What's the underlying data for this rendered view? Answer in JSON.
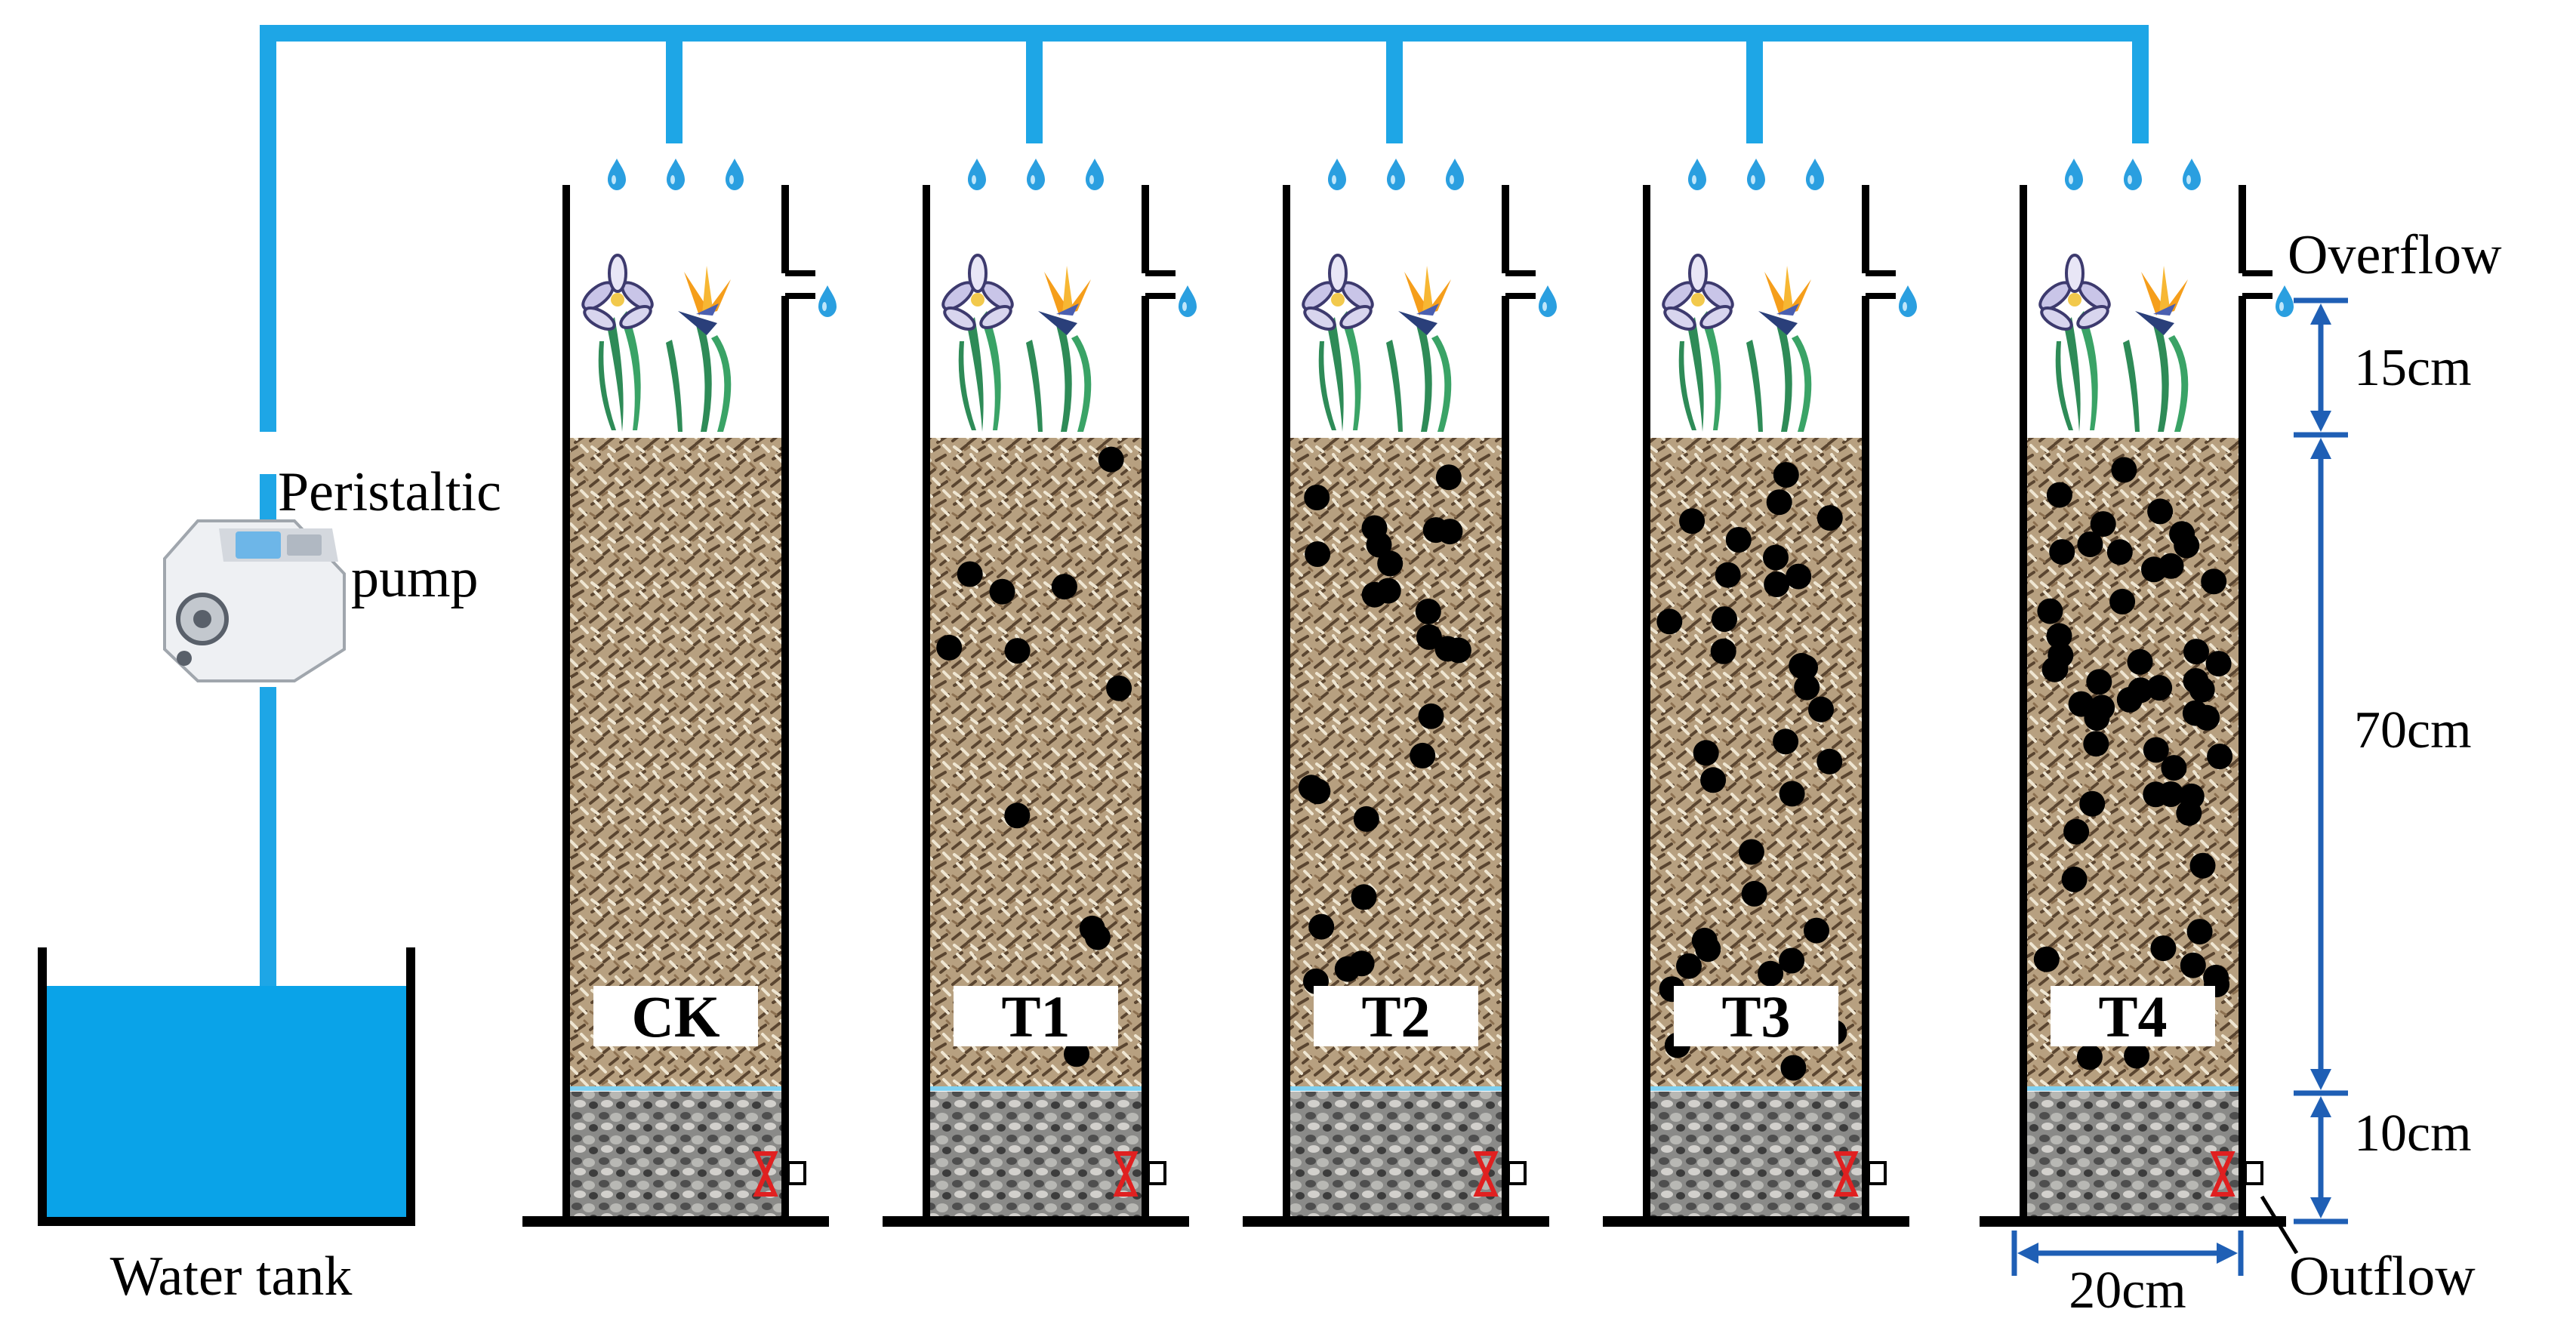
{
  "labels": {
    "water_tank": "Water tank",
    "pump_line1": "Peristaltic",
    "pump_line2": "pump",
    "overflow": "Overflow",
    "outflow": "Outflow",
    "dim_top": "15cm",
    "dim_middle": "70cm",
    "dim_bottom": "10cm",
    "dim_width": "20cm"
  },
  "columns": [
    {
      "name": "CK"
    },
    {
      "name": "T1"
    },
    {
      "name": "T2"
    },
    {
      "name": "T3"
    },
    {
      "name": "T4"
    }
  ],
  "colors": {
    "water_pipe": "#1ea6e6",
    "tank_water": "#0aa3e8",
    "droplet": "#2a9fe0",
    "dimension": "#1f5fb5",
    "valve": "#e02020",
    "particle": "#000000",
    "substrate": "#b29a78",
    "gravel": "#6e6e6e"
  }
}
